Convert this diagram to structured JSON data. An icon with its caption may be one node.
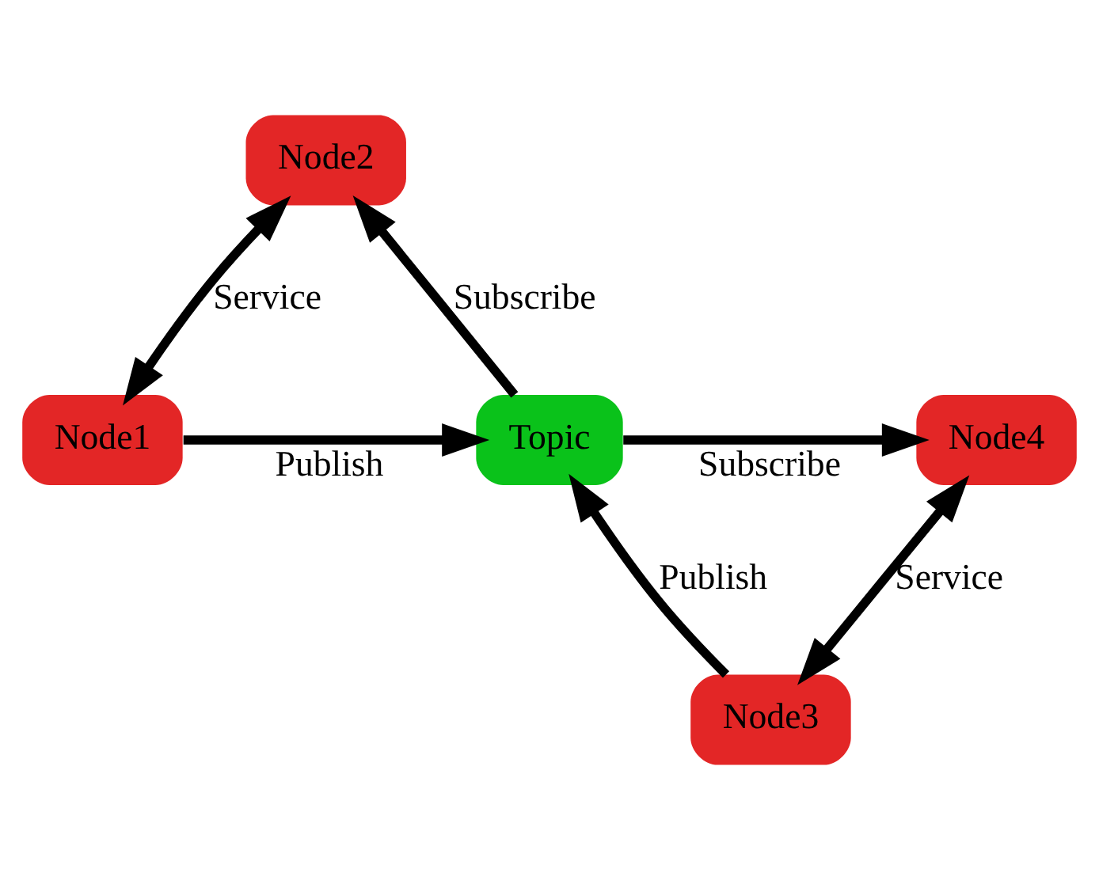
{
  "diagram": {
    "nodes": [
      {
        "text": [
          "Node2"
        ]
      },
      {
        "text": [
          "Node1"
        ]
      },
      {
        "text": [
          "Topic"
        ]
      },
      {
        "text": [
          "Node4"
        ]
      },
      {
        "text": [
          "Node3"
        ]
      }
    ],
    "edges": [
      {
        "from": 1,
        "to": 0,
        "arrow": "both",
        "label": "Service"
      },
      {
        "from": 2,
        "to": 0,
        "arrow": "to",
        "label": "Subscribe"
      },
      {
        "from": 1,
        "to": 2,
        "arrow": "to",
        "label": "Publish"
      },
      {
        "from": 2,
        "to": 3,
        "arrow": "to",
        "label": "Subscribe"
      },
      {
        "from": 4,
        "to": 2,
        "arrow": "to",
        "label": "Publish"
      },
      {
        "from": 4,
        "to": 3,
        "arrow": "both",
        "label": "Service"
      }
    ]
  }
}
